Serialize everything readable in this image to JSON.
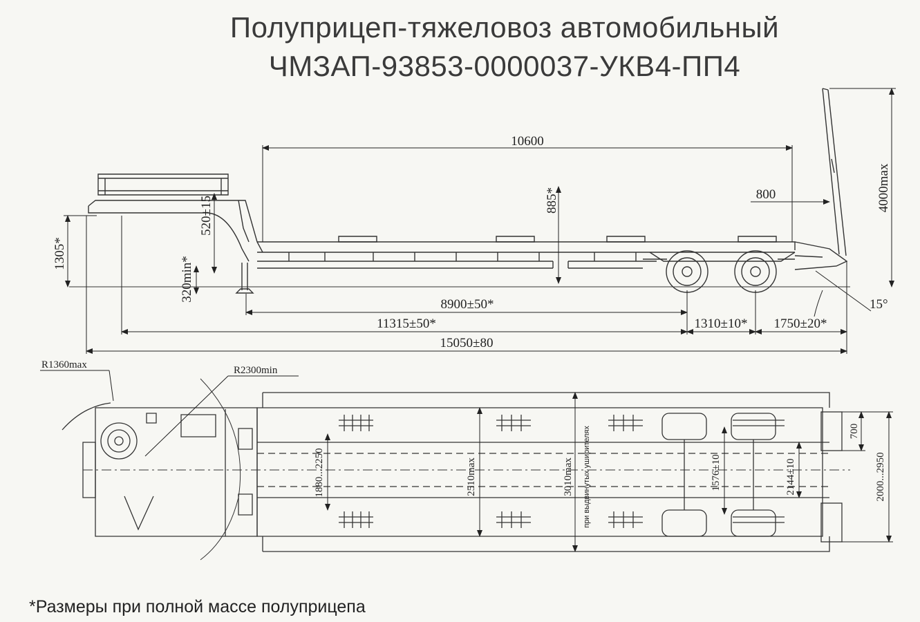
{
  "title": {
    "line1": "Полуприцеп-тяжеловоз автомобильный",
    "line2": "ЧМЗАП-93853-0000037-УКВ4-ПП4"
  },
  "side_view": {
    "dims": {
      "platform_length": "10600",
      "deck_height": "885*",
      "ramp_length": "800",
      "max_height": "4000max",
      "front_height": "1305*",
      "gooseneck_height": "520±15",
      "min_height": "320min*",
      "axle_to_leg": "8900±50*",
      "kingpin_to_axle": "11315±50*",
      "axle_spacing": "1310±10*",
      "rear_overhang": "1750±20*",
      "total_length": "15050±80",
      "ramp_angle": "15°"
    }
  },
  "top_view": {
    "dims": {
      "swing_radius": "R1360max",
      "turn_radius": "R2300min",
      "inner_width": "1880...2250",
      "width": "2510max",
      "extended_width": "3010max",
      "extended_note": "при выдвинутых уширителях",
      "wheel_track": "1576±10",
      "outer_track": "2144±10",
      "ramp_width": "700",
      "ramp_spread": "2000...2950"
    }
  },
  "footnote": "*Размеры при полной массе полуприцепа"
}
